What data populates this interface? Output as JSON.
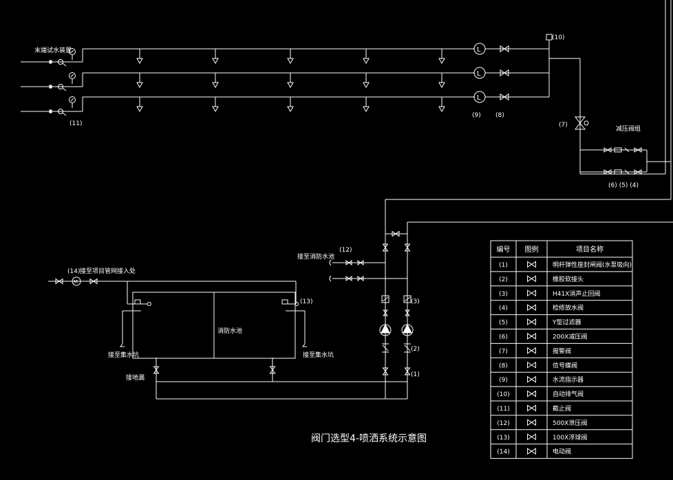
{
  "title": "阀门选型4-喷洒系统示意图",
  "labels": {
    "end_test": "末端试水装置",
    "callout_11": "(11)",
    "callout_10": "(10)",
    "callout_9": "(9)",
    "callout_8": "(8)",
    "callout_7": "(7)",
    "prv_group": "减压阀组",
    "callout_654": "(6) (5) (4)",
    "callout_12": "(12)",
    "to_fire_pool": "接至消防水池",
    "callout_14": "(14)",
    "to_project": "接至项目管网接入处",
    "callout_13": "(13)",
    "fire_pool": "消防水池",
    "to_pit_left": "接至集水坑",
    "to_pit_right": "接至集水坑",
    "drain": "接地漏",
    "callout_3": "(3)",
    "callout_2": "(2)",
    "callout_1": "(1)"
  },
  "legend": {
    "headers": [
      "编号",
      "图例",
      "项目名称"
    ],
    "rows": [
      {
        "no": "(1)",
        "icon": "butterfly-valve-icon",
        "name": "明杆弹性座封闸阀(水泵吸向)"
      },
      {
        "no": "(2)",
        "icon": "flexible-joint-icon",
        "name": "橡胶软接头"
      },
      {
        "no": "(3)",
        "icon": "silent-check-valve-icon",
        "name": "H41X消声止回阀"
      },
      {
        "no": "(4)",
        "icon": "test-valve-icon",
        "name": "检修放水阀"
      },
      {
        "no": "(5)",
        "icon": "y-strainer-icon",
        "name": "Y型过滤器"
      },
      {
        "no": "(6)",
        "icon": "pressure-reducing-valve-icon",
        "name": "200X减压阀"
      },
      {
        "no": "(7)",
        "icon": "alarm-valve-icon",
        "name": "报警阀"
      },
      {
        "no": "(8)",
        "icon": "signal-valve-icon",
        "name": "信号蝶阀"
      },
      {
        "no": "(9)",
        "icon": "flow-indicator-icon",
        "name": "水流指示器"
      },
      {
        "no": "(10)",
        "icon": "air-release-valve-icon",
        "name": "自动排气阀"
      },
      {
        "no": "(11)",
        "icon": "pressure-gauge-icon",
        "name": "截止阀"
      },
      {
        "no": "(12)",
        "icon": "relief-valve-icon",
        "name": "500X泄压阀"
      },
      {
        "no": "(13)",
        "icon": "float-valve-icon",
        "name": "100X浮球阀"
      },
      {
        "no": "(14)",
        "icon": "motor-valve-icon",
        "name": "电动阀"
      }
    ]
  }
}
